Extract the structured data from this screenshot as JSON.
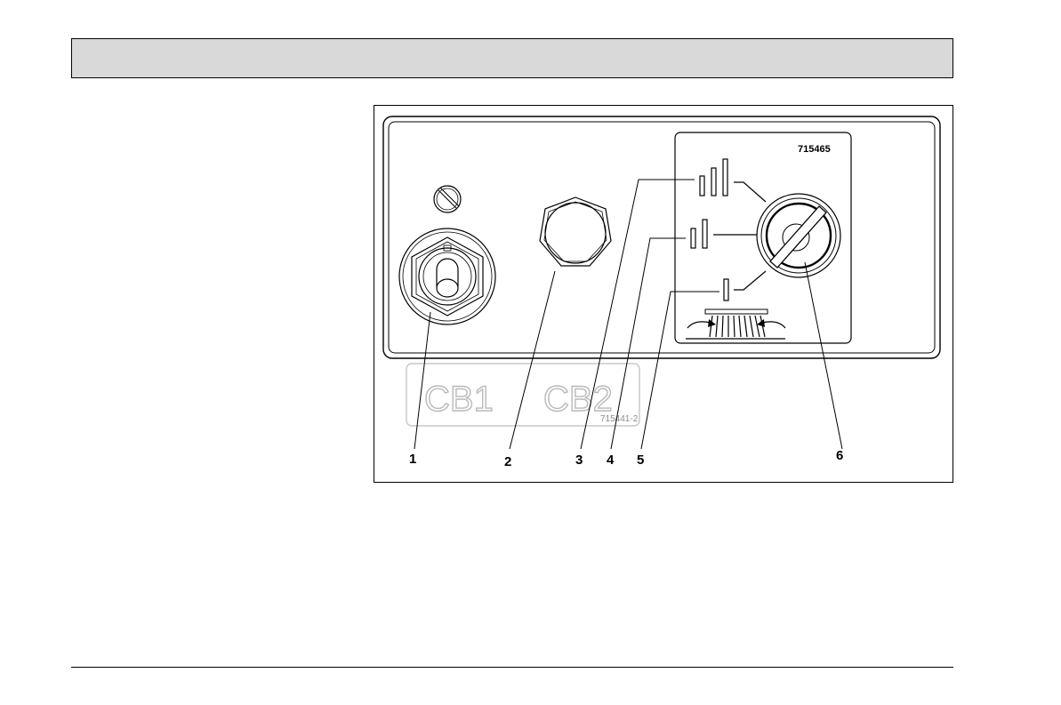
{
  "header": {
    "title": ""
  },
  "figure": {
    "decal_number": "715465",
    "label_plate_number": "715441-2",
    "breaker_labels": [
      "CB1",
      "CB2"
    ],
    "callouts": [
      "1",
      "2",
      "3",
      "4",
      "5",
      "6"
    ]
  }
}
